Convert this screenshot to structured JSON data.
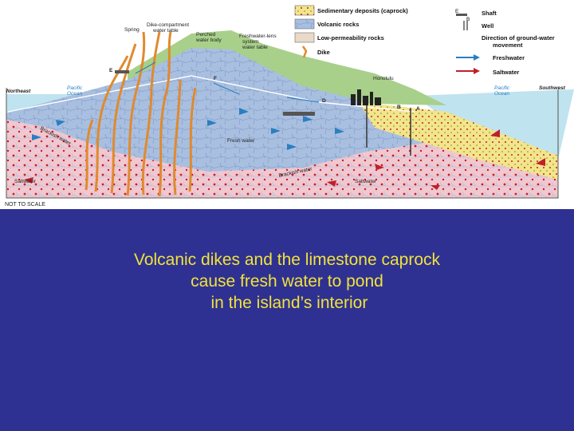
{
  "slide": {
    "background_color": "#2e3192",
    "caption_color": "#f2e23a",
    "caption_lines": [
      "Volcanic dikes and the limestone caprock",
      "cause fresh water to pond",
      " in the island’s interior"
    ]
  },
  "diagram": {
    "legend": {
      "sedimentary": "Sedimentary deposits (caprock)",
      "volcanic": "Volcanic rocks",
      "low_perm": "Low-permeability rocks",
      "dike": "Dike",
      "shaft": "Shaft",
      "well": "Well",
      "gw_direction": "Direction of ground-water",
      "movement": "movement",
      "freshwater": "Freshwater",
      "saltwater": "Saltwater",
      "shaft_letter": "E",
      "well_letter": "B"
    },
    "labels": {
      "spring": "Spring",
      "dike_compartment": "Dike-compartment",
      "water_table": "water table",
      "perched": "Perched",
      "perched_2": "water body",
      "freshwater_lens": "Freshwater-lens",
      "system": "system",
      "freshwater_lens_wt": "water table",
      "honolulu": "Honolulu",
      "northeast": "Northeast",
      "southwest": "Southwest",
      "pacific_ne": "Pacific",
      "ocean_ne": "Ocean",
      "pacific_sw": "Pacific",
      "ocean_sw": "Ocean",
      "fresh_water": "Fresh water",
      "brackish_left": "Brackish water",
      "brackish_mid": "Brackish water",
      "saltwater_left": "Saltwater",
      "saltwater_mid": "Saltwater",
      "not_to_scale": "NOT TO SCALE",
      "pt_e": "E",
      "pt_f": "F",
      "pt_d": "D",
      "pt_b": "B",
      "pt_a": "A"
    },
    "colors": {
      "sky": "#ffffff",
      "ocean": "#bfe3ef",
      "volcanic": "#a9bfe0",
      "freshwater_zone": "#c2d0ea",
      "saltwater_zone": "#f2c7cf",
      "caprock": "#f2e58a",
      "mountain": "#a8d08a",
      "dike": "#e08a2e",
      "fresh_arrow": "#2a7fc1",
      "salt_arrow": "#c0202a"
    }
  }
}
